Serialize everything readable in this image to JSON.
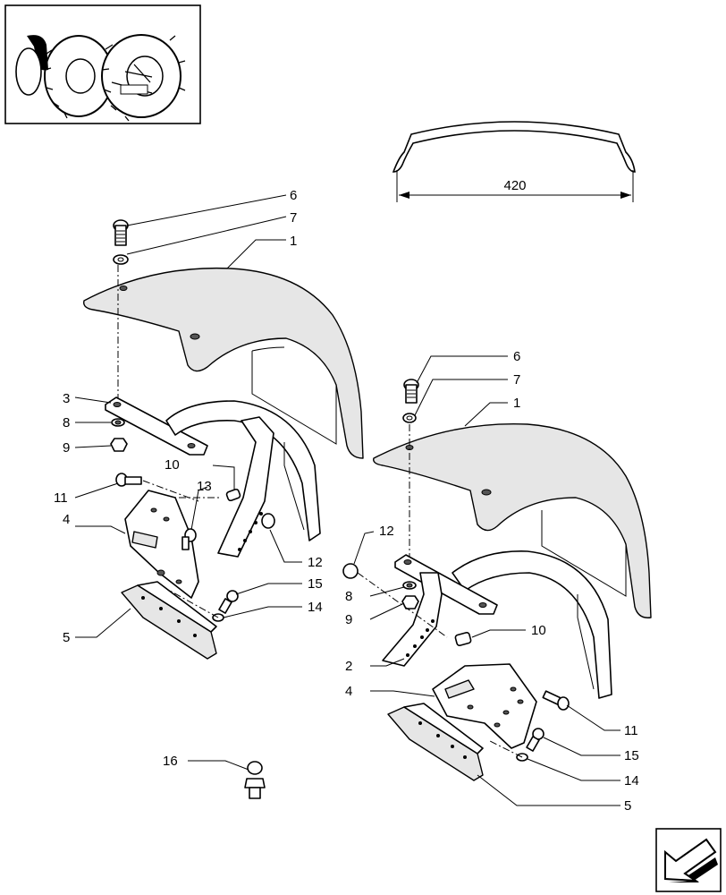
{
  "dimension": {
    "value": "420"
  },
  "callouts": [
    "6",
    "7",
    "1",
    "3",
    "8",
    "9",
    "10",
    "13",
    "11",
    "4",
    "12",
    "15",
    "14",
    "5",
    "6",
    "7",
    "1",
    "12",
    "8",
    "9",
    "10",
    "2",
    "4",
    "11",
    "15",
    "14",
    "5",
    "16"
  ],
  "icons": {
    "thumbnail": "tractor-wheel-thumbnail-icon",
    "nav": "next-page-arrow-icon"
  }
}
